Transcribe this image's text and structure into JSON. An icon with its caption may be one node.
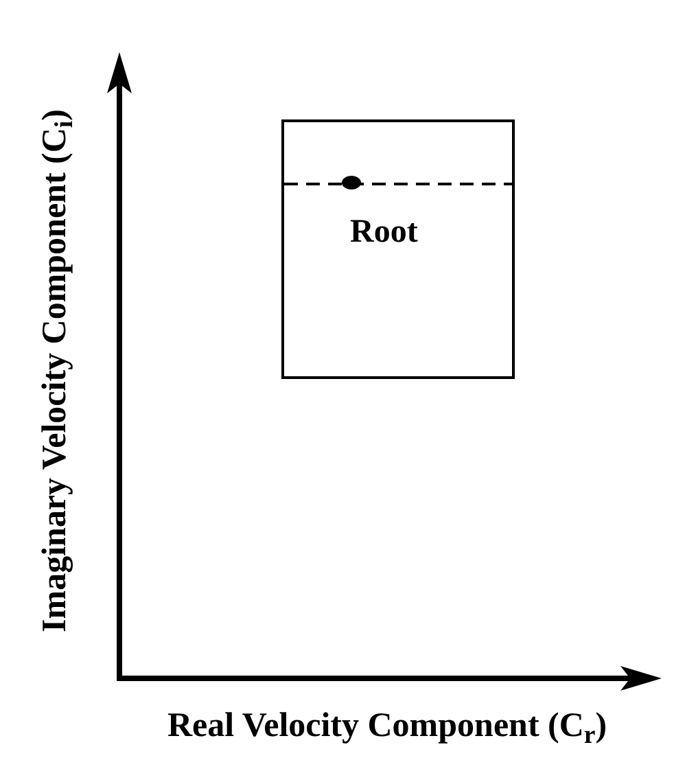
{
  "diagram": {
    "nodes": [
      {
        "text": [
          "Root"
        ]
      }
    ],
    "labels": [
      "Imaginary Velocity Component (C$_{i}$)",
      "Real Velocity Component (C$_{r}$)"
    ]
  }
}
